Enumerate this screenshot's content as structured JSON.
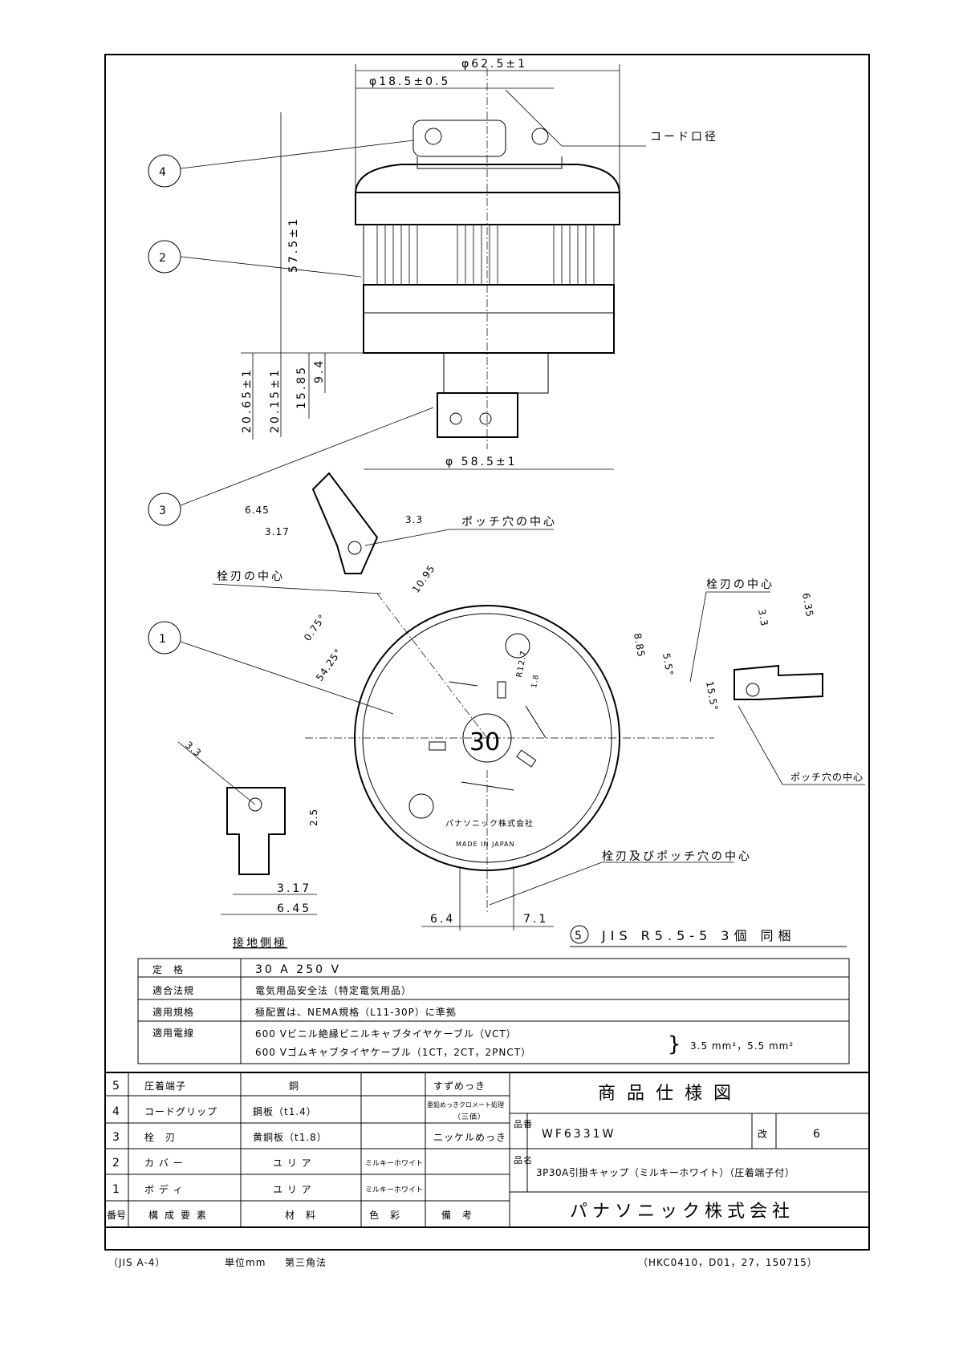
{
  "dims": {
    "d625": "φ62.5±1",
    "d185": "φ18.5±0.5",
    "h575": "57.5±1",
    "h2065": "20.65±1",
    "h2015": "20.15±1",
    "h1585": "15.85",
    "h94": "9.4",
    "d585": "φ 58.5±1",
    "a645": "6.45",
    "a317": "3.17",
    "a33": "3.3",
    "a1095": "10.95",
    "a075": "0.75°",
    "a5425": "54.25°",
    "r127": "R12.7",
    "r18": "1.8",
    "b885": "8.85",
    "b55": "5.5°",
    "b155": "15.5°",
    "b33": "3.3",
    "b635": "6.35",
    "c33": "3.3",
    "c25": "2.5",
    "c317": "3.17",
    "c645": "6.45",
    "e64": "6.4",
    "e71": "7.1"
  },
  "labels": {
    "cord": "コード口径",
    "pothole": "ポッチ穴の中心",
    "blade_center": "栓刃の中心",
    "blade_center2": "栓刃の中心",
    "pothole2": "ポッチ穴の中心",
    "blade_pot": "栓刃及びポッチ穴の中心",
    "ground": "接地側極",
    "face": "30",
    "maker_mark": "パナソニック株式会社",
    "made": "MADE IN JAPAN"
  },
  "callouts": [
    "1",
    "2",
    "3",
    "4"
  ],
  "note5": {
    "num": "5",
    "text": "JIS R5.5-5 3個 同梱"
  },
  "spec": [
    {
      "k": "定　格",
      "v": "30 A 250 V"
    },
    {
      "k": "適合法規",
      "v": "電気用品安全法（特定電気用品）"
    },
    {
      "k": "適用規格",
      "v": "極配置は、NEMA規格（L11-30P）に準拠"
    },
    {
      "k": "適用電線",
      "v": "600 Vビニル絶縁ビニルキャブタイヤケーブル（VCT）",
      "v2": "600 Vゴムキャブタイヤケーブル（1CT，2CT，2PNCT）",
      "v3": "3.5 mm²，5.5 mm²"
    }
  ],
  "parts": [
    {
      "no": "5",
      "name": "圧着端子",
      "mat": "銅",
      "color": "",
      "note": "すずめっき"
    },
    {
      "no": "4",
      "name": "コードグリップ",
      "mat": "鋼板（t1.4）",
      "color": "",
      "note": "亜鉛めっきクロメート処理",
      "note2": "（三価）"
    },
    {
      "no": "3",
      "name": "栓　刃",
      "mat": "黄銅板（t1.8）",
      "color": "",
      "note": "ニッケルめっき"
    },
    {
      "no": "2",
      "name": "カ バ ー",
      "mat": "ユ リ ア",
      "color": "ミルキーホワイト",
      "note": ""
    },
    {
      "no": "1",
      "name": "ボ デ ィ",
      "mat": "ユ リ ア",
      "color": "ミルキーホワイト",
      "note": ""
    }
  ],
  "parts_header": {
    "no": "番号",
    "name": "構成要素",
    "mat": "材　料",
    "color": "色　彩",
    "note": "備　考"
  },
  "title": {
    "heading": "商品仕様図",
    "hinban_label": "品番",
    "hinban": "WF6331W",
    "rev_label": "改",
    "rev": "6",
    "hinmei_label": "品名",
    "hinmei": "3P30A引掛キャップ（ミルキーホワイト）（圧着端子付）",
    "company": "パナソニック株式会社"
  },
  "footer": {
    "paper": "（JIS A-4）",
    "unit": "単位mm",
    "proj": "第三角法",
    "code": "（HKC0410，D01，27，150715）"
  }
}
